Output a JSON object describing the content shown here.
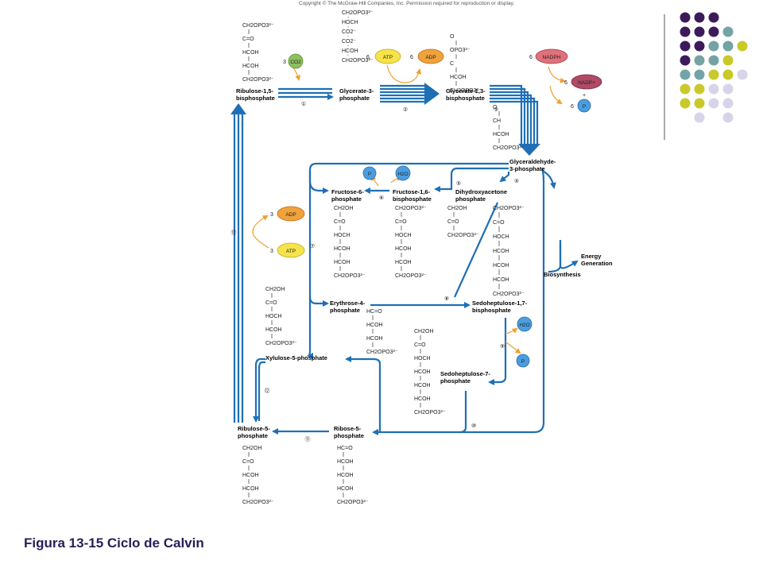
{
  "copyright": "Copyright © The McGraw-Hill Companies, Inc. Permission required for reproduction or display.",
  "caption": "Figura 13-15 Ciclo de Calvin",
  "colors": {
    "pathway": "#1f6fb5",
    "atp": "#f5e34a",
    "adp": "#f0a23c",
    "nadph": "#e0707a",
    "nadp": "#b04a66",
    "co2": "#8cc060",
    "phosphate": "#4a9ee0",
    "dot_purple": "#3d1a5c",
    "dot_teal": "#74a3a5",
    "dot_yellow": "#c9c92a",
    "dot_lavender": "#d7d4ea"
  },
  "compounds": {
    "rubp": {
      "label1": "Ribulose-1,5-",
      "label2": "bisphosphate",
      "formula": [
        "CH2OPO3²⁻",
        "C=O",
        "HCOH",
        "HCOH",
        "CH2OPO3²⁻"
      ]
    },
    "pga": {
      "label1": "Glycerate-3-",
      "label2": "phosphate",
      "formula": [
        "CH2OPO3²⁻",
        "HOCH",
        "CO2⁻",
        "CO2⁻",
        "HCOH",
        "CH2OPO3²⁻"
      ]
    },
    "bpga": {
      "label1": "Glycerate-1,3-",
      "label2": "bisphosphate",
      "formula": [
        "O",
        "OPO3²⁻",
        "C",
        "HCOH",
        "CH2OPO3²⁻"
      ]
    },
    "g3p": {
      "label1": "Glyceraldehyde-",
      "label2": "3-phosphate",
      "formula": [
        "O",
        "CH",
        "HCOH",
        "CH2OPO3²⁻"
      ]
    },
    "f6p": {
      "label1": "Fructose-6-",
      "label2": "phosphate",
      "formula": [
        "CH2OH",
        "C=O",
        "HOCH",
        "HCOH",
        "HCOH",
        "CH2OPO3²⁻"
      ]
    },
    "fbp": {
      "label1": "Fructose-1,6-",
      "label2": "bisphosphate",
      "formula": [
        "CH2OPO3²⁻",
        "C=O",
        "HOCH",
        "HCOH",
        "HCOH",
        "CH2OPO3²⁻"
      ]
    },
    "dhap": {
      "label1": "Dihydroxyacetone",
      "label2": "phosphate",
      "formula": [
        "CH2OH",
        "C=O",
        "CH2OPO3²⁻"
      ]
    },
    "sbp": {
      "label1": "Sedoheptulose-1,7-",
      "label2": "bisphosphate",
      "formula": [
        "CH2OPO3²⁻",
        "C=O",
        "HOCH",
        "HCOH",
        "HCOH",
        "HCOH",
        "CH2OPO3²⁻"
      ]
    },
    "e4p": {
      "label1": "Erythrose-4-",
      "label2": "phosphate",
      "formula": [
        "HC=O",
        "HCOH",
        "HCOH",
        "CH2OPO3²⁻"
      ]
    },
    "xu5p": {
      "label1": "Xylulose-5-phosphate",
      "label2": "",
      "formula": [
        "CH2OH",
        "C=O",
        "HOCH",
        "HCOH",
        "CH2OPO3²⁻"
      ]
    },
    "s7p": {
      "label1": "Sedoheptulose-7-",
      "label2": "phosphate",
      "formula": [
        "CH2OH",
        "C=O",
        "HOCH",
        "HCOH",
        "HCOH",
        "HCOH",
        "CH2OPO3²⁻"
      ]
    },
    "r5p": {
      "label1": "Ribose-5-",
      "label2": "phosphate",
      "formula": [
        "HC=O",
        "HCOH",
        "HCOH",
        "HCOH",
        "CH2OPO3²⁻"
      ]
    },
    "ru5p": {
      "label1": "Ribulose-5-",
      "label2": "phosphate",
      "formula": [
        "CH2OH",
        "C=O",
        "HCOH",
        "HCOH",
        "CH2OPO3²⁻"
      ]
    }
  },
  "cofactors": {
    "co2_coef": "3",
    "co2": "CO2",
    "atp6_coef": "6",
    "atp6": "ATP",
    "adp6_coef": "6",
    "adp6": "ADP",
    "nadph_coef": "6",
    "nadph": "NADPH",
    "nadp_coef": "6",
    "nadp": "NADP+",
    "plus": "+",
    "pi6_coef": "6",
    "pi": "P",
    "adp3_coef": "3",
    "adp3": "ADP",
    "atp3_coef": "3",
    "atp3": "ATP",
    "h2o": "H2O"
  },
  "steps": [
    "①",
    "②",
    "③",
    "④",
    "⑤",
    "⑥",
    "⑦",
    "⑧",
    "⑨",
    "⑩",
    "⑪",
    "⑫",
    "⑬"
  ],
  "outputs": {
    "energy1": "Energy",
    "energy2": "Generation",
    "biosynthesis": "Biosynthesis"
  }
}
